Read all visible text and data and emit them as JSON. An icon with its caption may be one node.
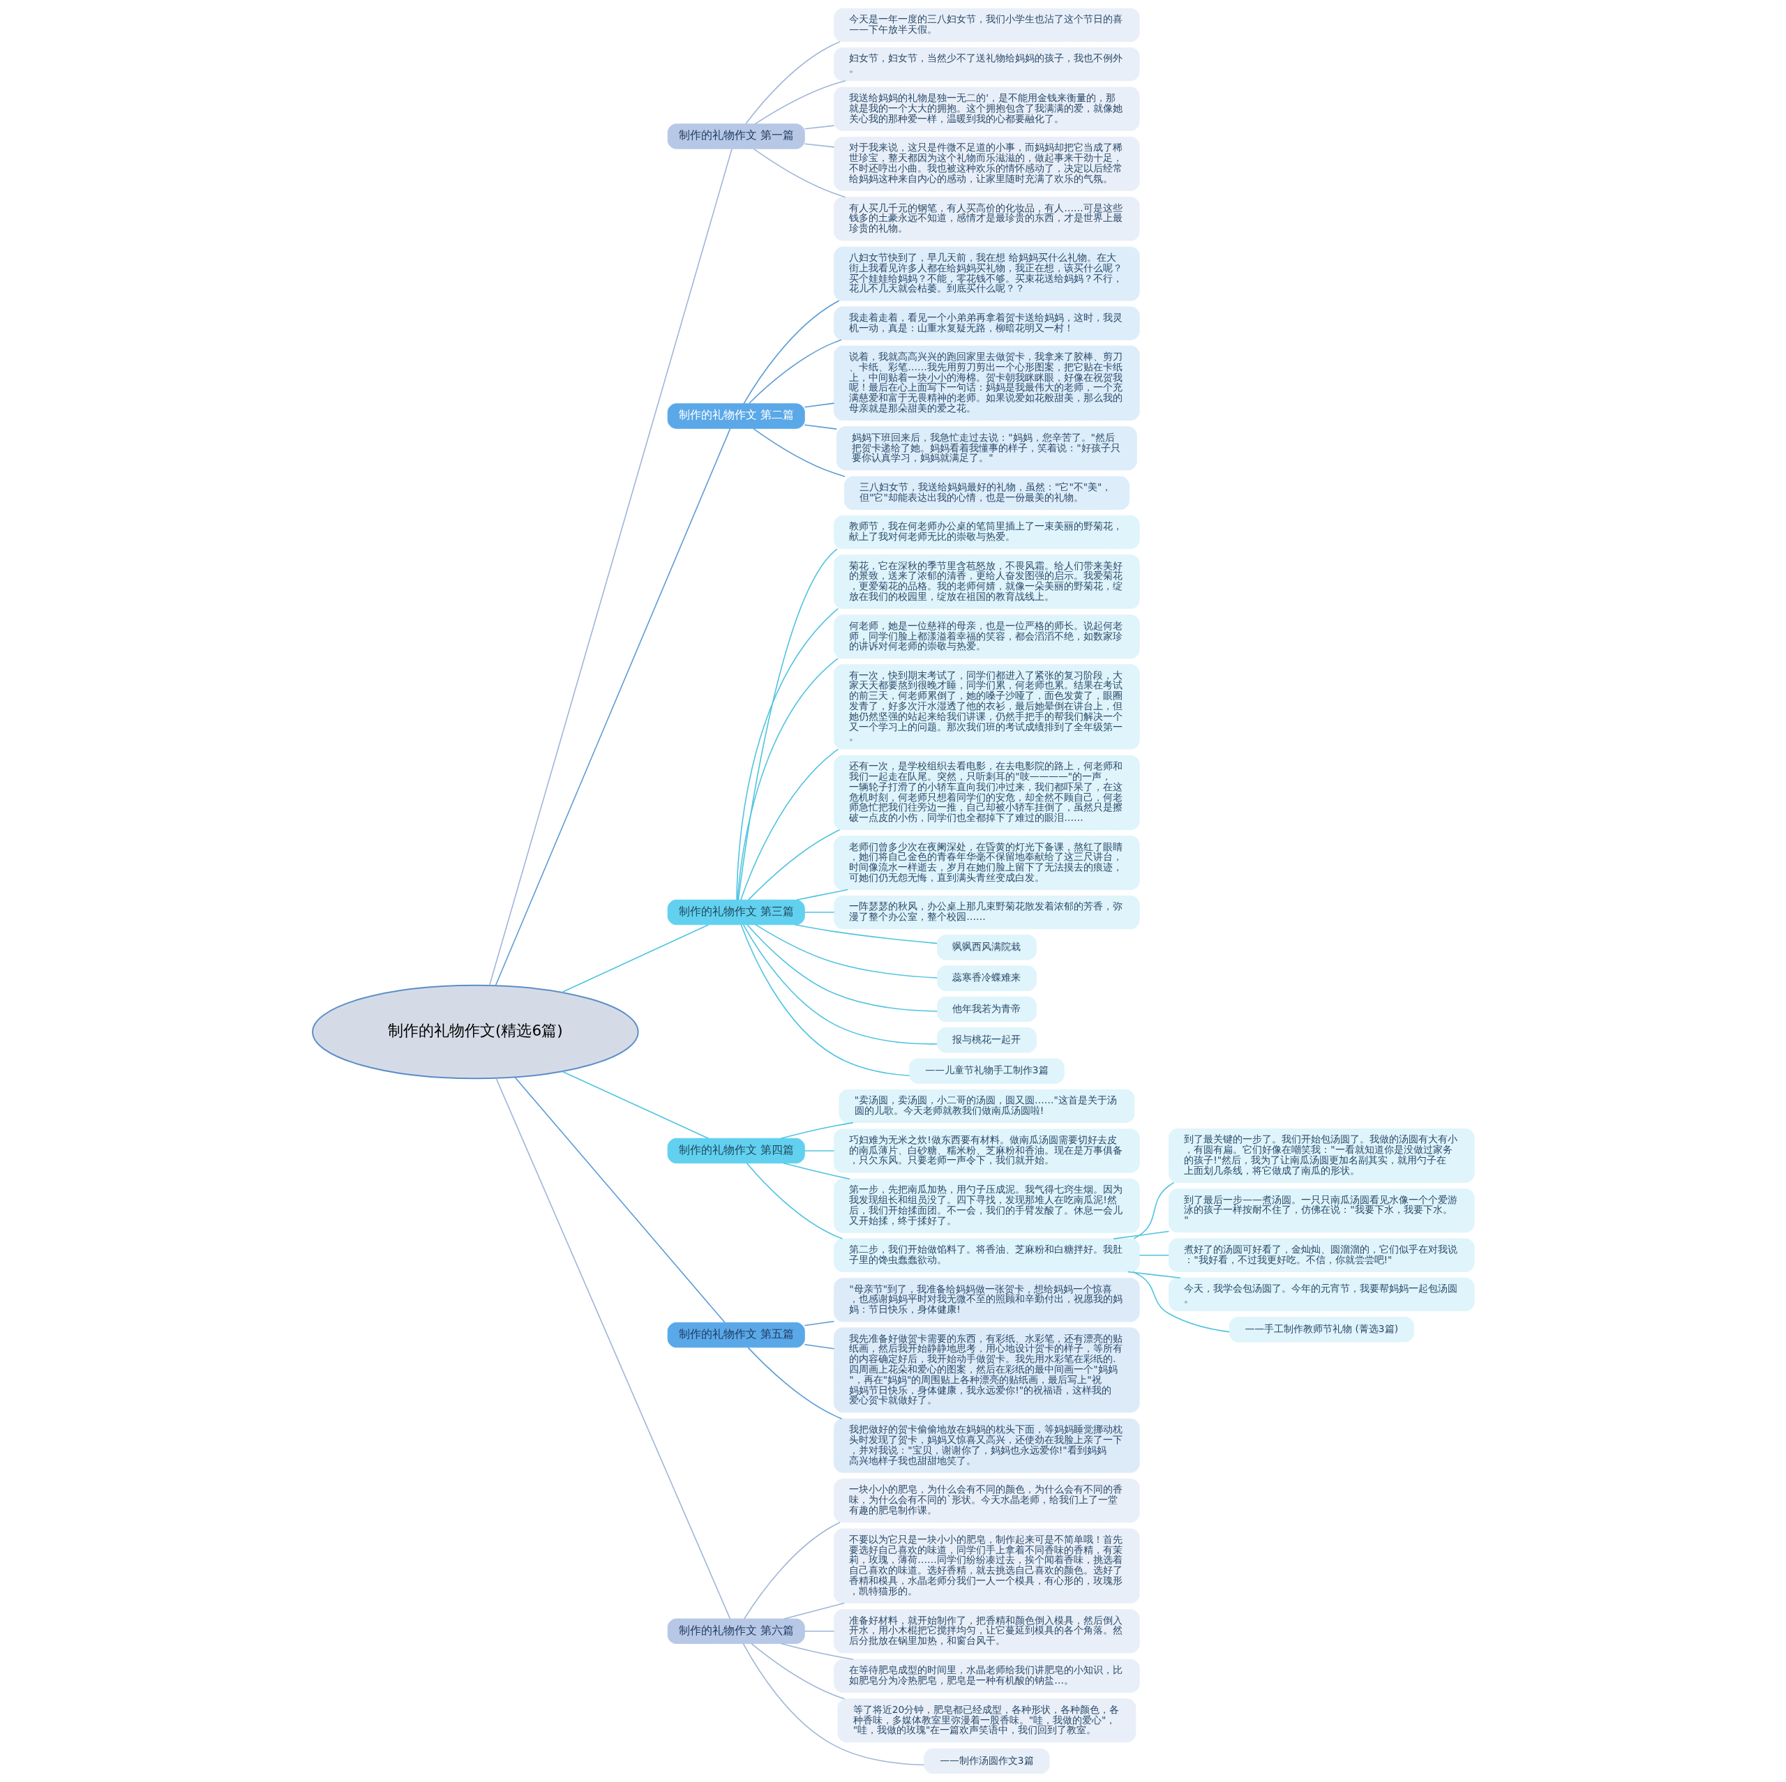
{
  "diagram": {
    "nodes": [
      {
        "text": [
          "制作的礼物作文(精选6篇)"
        ]
      },
      {
        "text": [
          "制作的礼物作文 第一篇"
        ]
      },
      {
        "text": [
          "今天是一年一度的三八妇女节，我们小学生也沾了这个节日的喜——下午放半天假。"
        ]
      },
      {
        "text": [
          "妇女节，妇女节，当然少不了送礼物给妈妈的孩子，我也不例外。"
        ]
      },
      {
        "text": [
          "我送给妈妈的礼物是独一无二的'，是不能用金钱来衡量的，那就是我的一个大大的拥抱。这个拥抱包含了我满满的爱，就像她关心我的那种爱一样，温暖到我的心都要融化了。"
        ]
      },
      {
        "text": [
          "对于我来说，这只是件微不足道的小事，而妈妈却把它当成了稀世珍宝，整天都因为这个礼物而乐滋滋的，做起事来干劲十足，不时还哼出小曲。我也被这种欢乐的情怀感动了，决定以后经常给妈妈这种来自内心的感动，让家里随时充满了欢乐的气氛。"
        ]
      },
      {
        "text": [
          "有人买几千元的钢笔，有人买高价的化妆品，有人……可是这些钱多的土豪永远不知道，感情才是最珍贵的东西，才是世界上最珍贵的礼物。"
        ]
      },
      {
        "text": [
          "制作的礼物作文 第二篇"
        ]
      },
      {
        "text": [
          "八妇女节快到了，早几天前，我在想 给妈妈买什么礼物。在大街上我看见许多人都在给妈妈买礼物，我正在想，该买什么呢？买个娃娃给妈妈？不能，零花钱不够。买束花送给妈妈？不行，花儿不几天就会枯萎。到底买什么呢？？"
        ]
      },
      {
        "text": [
          "我走着走着，看见一个小弟弟再拿着贺卡送给妈妈，这时，我灵机一动，真是：山重水复疑无路，柳暗花明又一村！"
        ]
      },
      {
        "text": [
          "说着，我就高高兴兴的跑回家里去做贺卡，我拿来了胶棒、剪刀、卡纸、彩笔……我先用剪刀剪出一个心形图案，把它贴在卡纸上，中间贴着一块小小的海棉。贺卡朝我眯眯眼，好像在祝贺我呢！最后在心上面写下一句话：妈妈是我最伟大的老师，一个充满慈爱和富于无畏精神的老师。如果说爱如花般甜美，那么我的母亲就是那朵甜美的爱之花。"
        ]
      },
      {
        "text": [
          "妈妈下班回来后，我急忙走过去说：\"妈妈，您辛苦了。\"然后把贺卡递给了她。妈妈看着我懂事的样子，笑着说：\"好孩子只要你认真学习，妈妈就满足了。\""
        ]
      },
      {
        "text": [
          "三八妇女节，我送给妈妈最好的礼物，虽然：\"它\"不\"美\"，但\"它\"却能表达出我的心情，也是一份最美的礼物。"
        ]
      },
      {
        "text": [
          "制作的礼物作文 第三篇"
        ]
      },
      {
        "text": [
          "教师节，我在何老师办公桌的笔筒里插上了一束美丽的野菊花，献上了我对何老师无比的崇敬与热爱。"
        ]
      },
      {
        "text": [
          "菊花，它在深秋的季节里含苞怒放，不畏风霜。给人们带来美好的景致，送来了浓郁的清香，更给人奋发图强的启示。我爱菊花，更爱菊花的品格。我的老师何婧，就像一朵美丽的野菊花，绽放在我们的校园里，绽放在祖国的教育战线上。"
        ]
      },
      {
        "text": [
          "何老师，她是一位慈祥的母亲，也是一位严格的师长。说起何老师，同学们脸上都漾溢着幸福的笑容，都会滔滔不绝，如数家珍的讲诉对何老师的崇敬与热爱。"
        ]
      },
      {
        "text": [
          "有一次，快到期末考试了，同学们都进入了紧张的复习阶段，大家天天都要熬到很晚才睡，同学们累，何老师也累。结果在考试的前三天，何老师累倒了，她的嗓子沙哑了，面色发黄了，眼圈发青了，好多次汗水湿透了他的衣衫，最后她晕倒在讲台上，但她仍然坚强的站起来给我们讲课，仍然手把手的帮我们解决一个又一个学习上的问题。那次我们班的考试成绩排到了全年级第一。"
        ]
      },
      {
        "text": [
          "还有一次，是学校组织去看电影，在去电影院的路上，何老师和我们一起走在队尾。突然，只听刺耳的\"吱————\"的一声，一辆轮子打滑了的小轿车直向我们冲过来，我们都吓呆了，在这危机时刻，何老师只想着同学们的安危，却全然不顾自己，何老师急忙把我们往旁边一推，自己却被小轿车挂倒了，虽然只是擦破一点皮的小伤，同学们也全都掉下了难过的眼泪……"
        ]
      },
      {
        "text": [
          "老师们曾多少次在夜阑深处，在昏黄的灯光下备课，熬红了眼睛，她们将自己金色的青春年华毫不保留地奉献给了这三尺讲台，时间像流水一样逝去，岁月在她们脸上留下了无法摸去的痕迹，可她们仍无怨无悔，直到满头青丝变成白发。"
        ]
      },
      {
        "text": [
          "一阵瑟瑟的秋风，办公桌上那几束野菊花散发着浓郁的芳香，弥漫了整个办公室，整个校园……"
        ]
      },
      {
        "text": [
          "飒飒西风满院栽"
        ]
      },
      {
        "text": [
          "蕊寒香冷蝶难来"
        ]
      },
      {
        "text": [
          "他年我若为青帝"
        ]
      },
      {
        "text": [
          "报与桃花一起开"
        ]
      },
      {
        "text": [
          "——儿童节礼物手工制作3篇"
        ]
      },
      {
        "text": [
          "制作的礼物作文 第四篇"
        ]
      },
      {
        "text": [
          "\"卖汤圆，卖汤圆，小二哥的汤圆，圆又圆……\"这首是关于汤圆的儿歌。今天老师就教我们做南瓜汤圆啦!"
        ]
      },
      {
        "text": [
          "巧妇难为无米之炊!做东西要有材料。做南瓜汤圆需要切好去皮的南瓜薄片、白砂糖、糯米粉、芝麻粉和香油。现在是万事俱备，只欠东风。只要老师一声令下，我们就开始。"
        ]
      },
      {
        "text": [
          "第一步，先把南瓜加热，用勺子压成泥。我气得七窍生烟。因为我发现组长和组员没了。四下寻找，发现那堆人在吃南瓜泥!然后，我们开始揉面团。不一会，我们的手臂发酸了。休息一会儿又开始揉，终于揉好了。"
        ]
      },
      {
        "text": [
          "第二步，我们开始做馅料了。将香油、芝麻粉和白糖拌好。我肚子里的馋虫蠢蠢欲动。"
        ]
      },
      {
        "text": [
          "到了最关键的一步了。我们开始包汤圆了。我做的汤圆有大有小，有圆有扁。它们好像在嘲笑我：\"一看就知道你是没做过家务的孩子!\"然后，我为了让南瓜汤圆更加名副其实，就用勺子在上面划几条线，将它做成了南瓜的形状。"
        ]
      },
      {
        "text": [
          "到了最后一步——煮汤圆。一只只南瓜汤圆看见水像一个个爱游泳的孩子一样按耐不住了，仿佛在说：\"我要下水，我要下水。\""
        ]
      },
      {
        "text": [
          "煮好了的汤圆可好看了，金灿灿、圆溜溜的，它们似乎在对我说：\"我好看，不过我更好吃。不信，你就尝尝吧!\""
        ]
      },
      {
        "text": [
          "今天，我学会包汤圆了。今年的元宵节，我要帮妈妈一起包汤圆。"
        ]
      },
      {
        "text": [
          "——手工制作教师节礼物 (菁选3篇)"
        ]
      },
      {
        "text": [
          "制作的礼物作文 第五篇"
        ]
      },
      {
        "text": [
          "\"母亲节\"到了，我准备给妈妈做一张贺卡，想给妈妈一个惊喜，也感谢妈妈平时对我无微不至的照顾和辛勤付出，祝愿我的妈妈：节日快乐，身体健康!"
        ]
      },
      {
        "text": [
          "我先准备好做贺卡需要的东西，有彩纸、水彩笔，还有漂亮的贴纸画，然后我开始静静地思考，用心地设计贺卡的样子，等所有的内容确定好后，我开始动手做贺卡。我先用水彩笔在彩纸的.四周画上花朵和爱心的图案，然后在彩纸的最中间画一个\"妈妈\"，再在\"妈妈\"的周围贴上各种漂亮的贴纸画，最后写上\"祝妈妈节日快乐，身体健康，我永远爱你!\"的祝福语，这样我的爱心贺卡就做好了。"
        ]
      },
      {
        "text": [
          "我把做好的贺卡偷偷地放在妈妈的枕头下面，等妈妈睡觉挪动枕头时发现了贺卡，妈妈又惊喜又高兴，还使劲在我脸上亲了一下，并对我说：\"宝贝，谢谢你了，妈妈也永远爱你!\"看到妈妈高兴地样子我也甜甜地笑了。"
        ]
      },
      {
        "text": [
          "制作的礼物作文 第六篇"
        ]
      },
      {
        "text": [
          "一块小小的肥皂，为什么会有不同的颜色，为什么会有不同的香味，为什么会有不同的`形状。今天水晶老师，给我们上了一堂有趣的肥皂制作课。"
        ]
      },
      {
        "text": [
          "不要以为它只是一块小小的肥皂，制作起来可是不简单哦！首先要选好自己喜欢的味道，同学们手上拿着不同香味的香精，有茉莉，玫瑰，薄荷……同学们纷纷凑过去，挨个闻着香味，挑选着自己喜欢的味道。选好香精，就去挑选自己喜欢的颜色。选好了香精和模具，水晶老师分我们一人一个模具，有心形的，玫瑰形，凯特猫形的。"
        ]
      },
      {
        "text": [
          "准备好材料，就开始制作了，把香精和颜色倒入模具，然后倒入开水，用小木棍把它搅拌均匀，让它蔓延到模具的各个角落。然后分批放在锅里加热，和窗台风干。"
        ]
      },
      {
        "text": [
          "在等待肥皂成型的时间里，水晶老师给我们讲肥皂的小知识，比如肥皂分为冷热肥皂，肥皂是一种有机酸的钠盐…。"
        ]
      },
      {
        "text": [
          "等了将近20分钟，肥皂都已经成型，各种形状，各种颜色，各种香味，多媒体教室里弥漫着一股香味。\"哇，我做的爱心\"，\"哇，我做的玫瑰\"在一篇欢声笑语中，我们回到了教室。"
        ]
      },
      {
        "text": [
          "——制作汤圆作文3篇"
        ]
      }
    ],
    "edges": [
      {
        "from": 0,
        "to": 1,
        "arrow": "none",
        "color": "#9fb5d8"
      },
      {
        "from": 1,
        "to": 2,
        "arrow": "none",
        "color": "#9fb5d8"
      },
      {
        "from": 1,
        "to": 3,
        "arrow": "none",
        "color": "#9fb5d8"
      },
      {
        "from": 1,
        "to": 4,
        "arrow": "none",
        "color": "#9fb5d8"
      },
      {
        "from": 1,
        "to": 5,
        "arrow": "none",
        "color": "#9fb5d8"
      },
      {
        "from": 1,
        "to": 6,
        "arrow": "none",
        "color": "#9fb5d8"
      },
      {
        "from": 0,
        "to": 7,
        "arrow": "none",
        "color": "#5b9bd5"
      },
      {
        "from": 7,
        "to": 8,
        "arrow": "none",
        "color": "#5b9bd5"
      },
      {
        "from": 7,
        "to": 9,
        "arrow": "none",
        "color": "#5b9bd5"
      },
      {
        "from": 7,
        "to": 10,
        "arrow": "none",
        "color": "#5b9bd5"
      },
      {
        "from": 7,
        "to": 11,
        "arrow": "none",
        "color": "#5b9bd5"
      },
      {
        "from": 7,
        "to": 12,
        "arrow": "none",
        "color": "#5b9bd5"
      },
      {
        "from": 0,
        "to": 13,
        "arrow": "none"
      },
      {
        "from": 13,
        "to": 14,
        "arrow": "none"
      },
      {
        "from": 13,
        "to": 15,
        "arrow": "none"
      },
      {
        "from": 13,
        "to": 16,
        "arrow": "none"
      },
      {
        "from": 13,
        "to": 17,
        "arrow": "none"
      },
      {
        "from": 13,
        "to": 18,
        "arrow": "none"
      },
      {
        "from": 13,
        "to": 19,
        "arrow": "none"
      },
      {
        "from": 13,
        "to": 20,
        "arrow": "none"
      },
      {
        "from": 13,
        "to": 21,
        "arrow": "none"
      },
      {
        "from": 13,
        "to": 22,
        "arrow": "none"
      },
      {
        "from": 13,
        "to": 23,
        "arrow": "none"
      },
      {
        "from": 13,
        "to": 24,
        "arrow": "none"
      },
      {
        "from": 13,
        "to": 25,
        "arrow": "none"
      },
      {
        "from": 0,
        "to": 26,
        "arrow": "none"
      },
      {
        "from": 26,
        "to": 27,
        "arrow": "none"
      },
      {
        "from": 26,
        "to": 28,
        "arrow": "none"
      },
      {
        "from": 26,
        "to": 29,
        "arrow": "none"
      },
      {
        "from": 26,
        "to": 30,
        "arrow": "none"
      },
      {
        "from": 30,
        "to": 31,
        "arrow": "none"
      },
      {
        "from": 30,
        "to": 32,
        "arrow": "none"
      },
      {
        "from": 30,
        "to": 33,
        "arrow": "none"
      },
      {
        "from": 30,
        "to": 34,
        "arrow": "none"
      },
      {
        "from": 30,
        "to": 35,
        "arrow": "none"
      },
      {
        "from": 0,
        "to": 36,
        "arrow": "none",
        "color": "#5b9bd5"
      },
      {
        "from": 36,
        "to": 37,
        "arrow": "none",
        "color": "#5b9bd5"
      },
      {
        "from": 36,
        "to": 38,
        "arrow": "none",
        "color": "#5b9bd5"
      },
      {
        "from": 36,
        "to": 39,
        "arrow": "none",
        "color": "#5b9bd5"
      },
      {
        "from": 0,
        "to": 40,
        "arrow": "none",
        "color": "#9fb5d8"
      },
      {
        "from": 40,
        "to": 41,
        "arrow": "none",
        "color": "#9fb5d8"
      },
      {
        "from": 40,
        "to": 42,
        "arrow": "none",
        "color": "#9fb5d8"
      },
      {
        "from": 40,
        "to": 43,
        "arrow": "none",
        "color": "#9fb5d8"
      },
      {
        "from": 40,
        "to": 44,
        "arrow": "none",
        "color": "#9fb5d8"
      },
      {
        "from": 40,
        "to": 45,
        "arrow": "none",
        "color": "#9fb5d8"
      },
      {
        "from": 40,
        "to": 46,
        "arrow": "none",
        "color": "#9fb5d8"
      }
    ]
  }
}
